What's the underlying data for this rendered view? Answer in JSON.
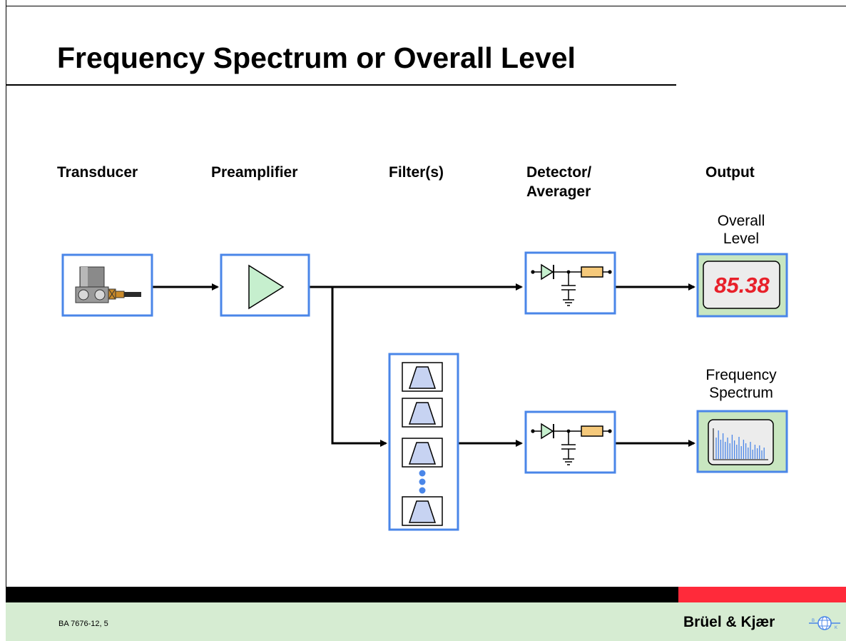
{
  "slide": {
    "title": "Frequency Spectrum or Overall Level",
    "footer_code": "BA 7676-12, 5",
    "brand": "Brüel & Kjær"
  },
  "columns": {
    "transducer": "Transducer",
    "preamplifier": "Preamplifier",
    "filters": "Filter(s)",
    "detector_line1": "Detector/",
    "detector_line2": "Averager",
    "output": "Output"
  },
  "outputs": {
    "overall_line1": "Overall",
    "overall_line2": "Level",
    "display_value": "85.38",
    "spectrum_line1": "Frequency",
    "spectrum_line2": "Spectrum"
  },
  "colors": {
    "box_border": "#4a86e8",
    "output_fill": "#c8e6c0",
    "amp_fill": "#c6efce",
    "filter_fill": "#c7d3f2",
    "resistor_fill": "#f5c97b",
    "digits": "#e8202a",
    "footer_red": "#ff2a3a",
    "footer_green": "#d6ecd2"
  },
  "icons": {
    "transducer": "accelerometer-icon",
    "amplifier": "amplifier-triangle-icon",
    "filter": "bandpass-filter-icon",
    "detector": "detector-circuit-icon",
    "level_meter": "digital-display-icon",
    "spectrum": "spectrum-display-icon",
    "logo": "globe-logo-icon"
  }
}
